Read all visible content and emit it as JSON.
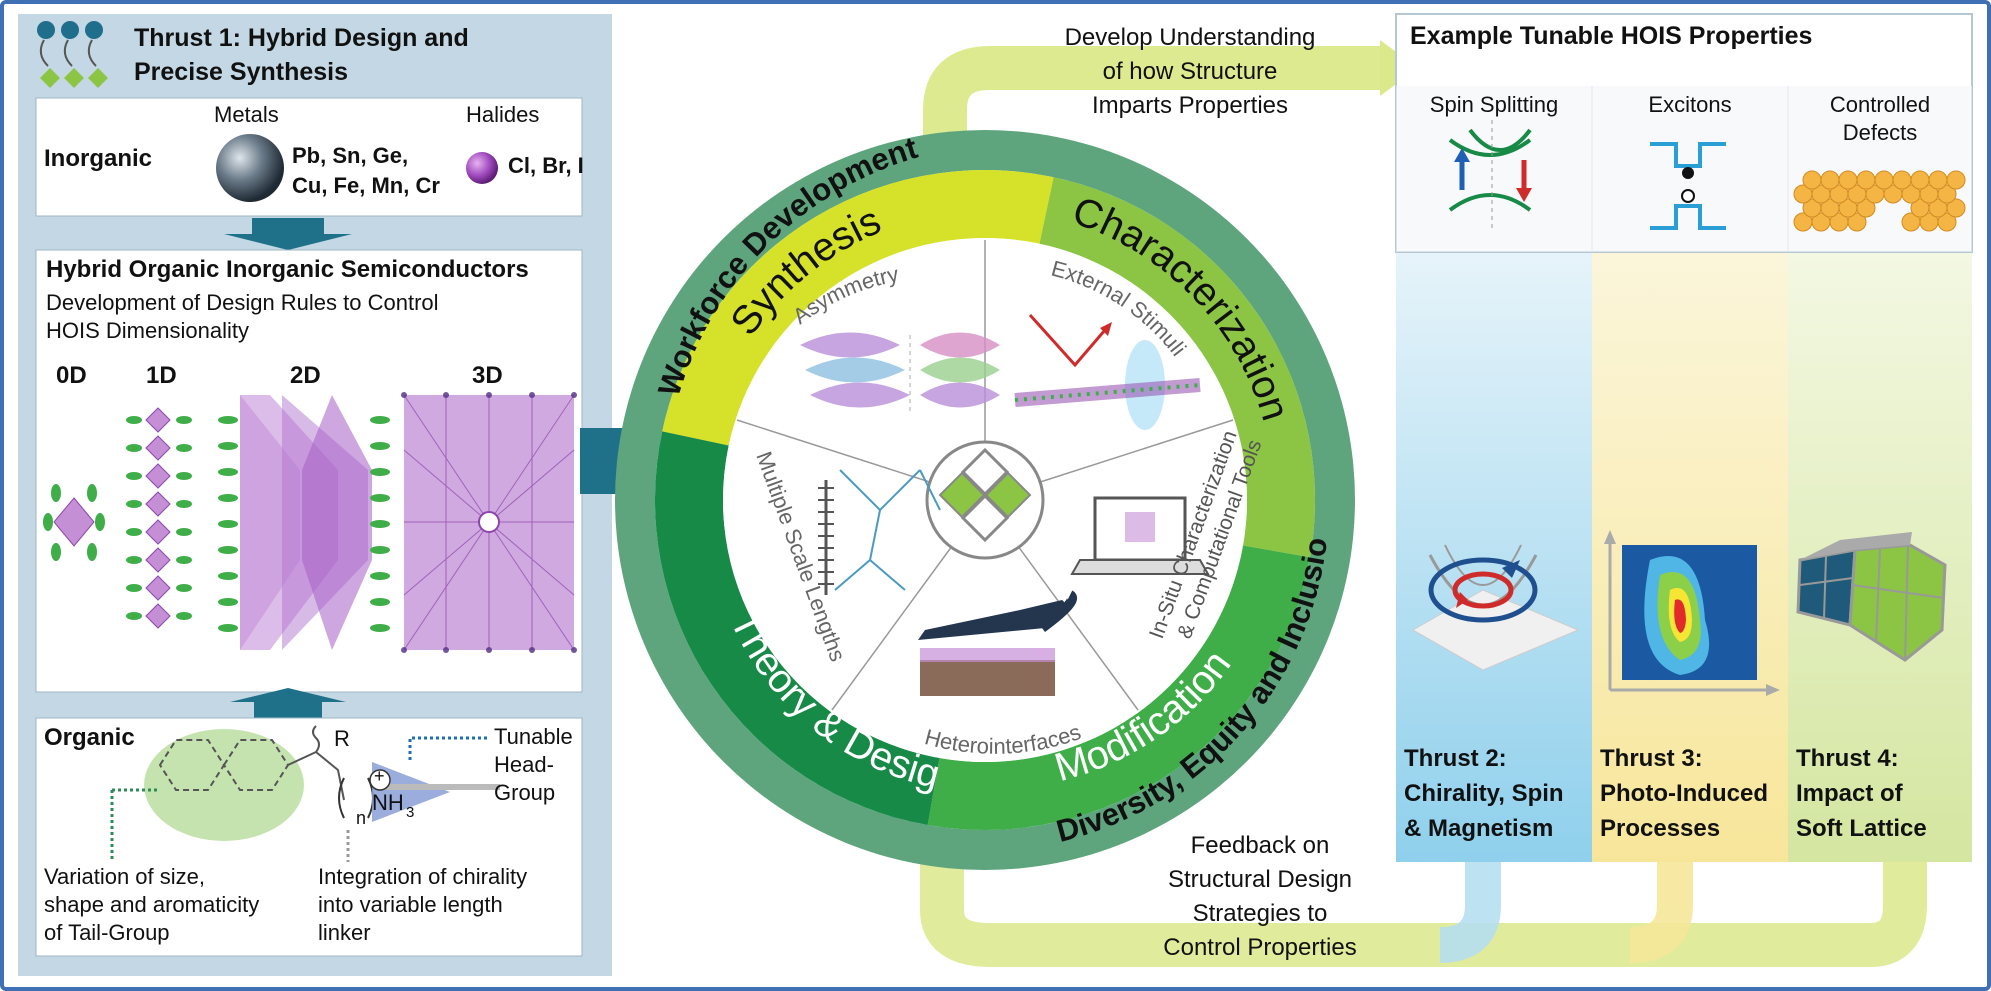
{
  "thrust1": {
    "title_line1": "Thrust 1: Hybrid Design and",
    "title_line2": "Precise Synthesis",
    "inorganic": {
      "label": "Inorganic",
      "metals_label": "Metals",
      "metals_line1": "Pb, Sn, Ge,",
      "metals_line2": "Cu, Fe, Mn, Cr",
      "halides_label": "Halides",
      "halides_list": "Cl, Br, I"
    },
    "hois": {
      "title": "Hybrid Organic Inorganic Semiconductors",
      "subtitle_line1": "Development of Design Rules to Control",
      "subtitle_line2": "HOIS Dimensionality",
      "dims": [
        "0D",
        "1D",
        "2D",
        "3D"
      ]
    },
    "organic": {
      "label": "Organic",
      "r_label": "R",
      "n_label": "n",
      "nh3_label": "NH",
      "nh3_sub": "3",
      "plus_label": "+",
      "head_line1": "Tunable",
      "head_line2": "Head-",
      "head_line3": "Group",
      "tail_line1": "Variation of size,",
      "tail_line2": "shape and aromaticity",
      "tail_line3": "of Tail-Group",
      "linker_line1": "Integration of chirality",
      "linker_line2": "into variable length",
      "linker_line3": "linker"
    }
  },
  "center": {
    "develop_line1": "Develop Understanding",
    "develop_line2": "of how Structure",
    "develop_line3": "Imparts Properties",
    "feedback_line1": "Feedback on",
    "feedback_line2": "Structural Design",
    "feedback_line3": "Strategies to",
    "feedback_line4": "Control Properties",
    "outer_ring_top": "Workforce Development",
    "outer_ring_bottom": "Diversity, Equity and Inclusion",
    "segments": [
      "Synthesis",
      "Characterization",
      "Modification",
      "Theory & Design"
    ],
    "sectors": [
      "Asymmetry",
      "External Stimuli",
      "In-Situ Characterization",
      "& Computational Tools",
      "Heterointerfaces",
      "Multiple Scale Lengths"
    ]
  },
  "properties": {
    "title": "Example Tunable HOIS Properties",
    "spin": "Spin Splitting",
    "excitons": "Excitons",
    "defects_line1": "Controlled",
    "defects_line2": "Defects"
  },
  "thrusts": [
    {
      "line1": "Thrust 2:",
      "line2": "Chirality, Spin",
      "line3": "& Magnetism"
    },
    {
      "line1": "Thrust 3:",
      "line2": "Photo-Induced",
      "line3": "Processes"
    },
    {
      "line1": "Thrust 4:",
      "line2": "Impact of",
      "line3": "Soft Lattice"
    }
  ],
  "colors": {
    "frame": "#3f6fb5",
    "panel_blue": "#c3d8e4",
    "teal_arrow": "#1f7189",
    "ring_outer": "#5ea57e",
    "synthesis": "#d6e129",
    "characterization": "#8cc443",
    "modification": "#3fae49",
    "theory": "#178a47",
    "arrow_lime": "#dbe98a",
    "purple": "#9b59b6"
  }
}
